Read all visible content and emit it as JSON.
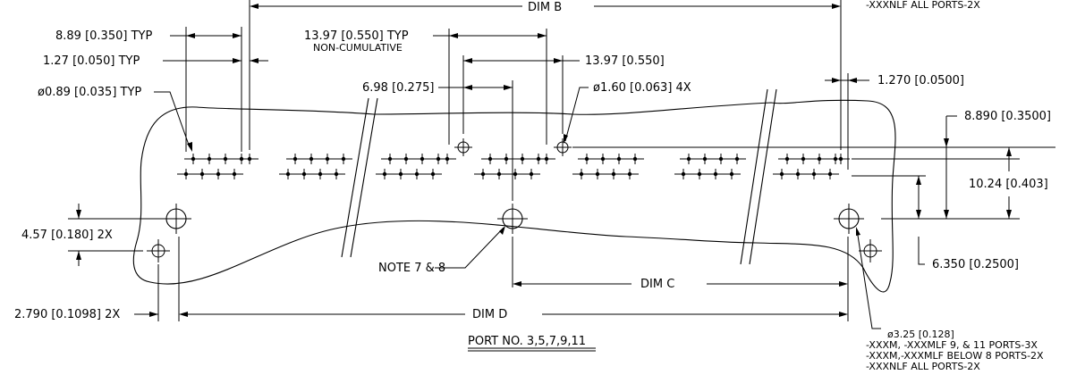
{
  "drawing": {
    "title": "PORT NO. 3,5,7,9,11",
    "dimensions": {
      "dim_b": "DIM B",
      "dim_c": "DIM C",
      "dim_d": "DIM D",
      "pitch_typ": "8.89 [0.350] TYP",
      "lead_offset_typ": "1.27 [0.050] TYP",
      "pin_dia_typ": "ø0.89 [0.035] TYP",
      "port_pitch_typ": "13.97 [0.550] TYP",
      "non_cumulative": "NON-CUMULATIVE",
      "port_pitch": "13.97 [0.550]",
      "half_pitch": "6.98 [0.275]",
      "locator_dia": "ø1.60 [0.063] 4X",
      "row_offset": "1.270 [0.0500]",
      "top_height": "8.890 [0.3500]",
      "row_span": "10.24 [0.403]",
      "post_height": "6.350 [0.2500]",
      "post_offset": "4.57 [0.180] 2X",
      "edge_offset": "2.790 [0.1098] 2X",
      "note_ref": "NOTE 7 & 8",
      "mount_hole": "ø3.25 [0.128]",
      "mount_note_1": "-XXXM, -XXXMLF 9, & 11 PORTS-3X",
      "mount_note_2": "-XXXM,-XXXMLF BELOW 8 PORTS-2X",
      "mount_note_3": "-XXXNLF ALL PORTS-2X",
      "top_clipped_note": "-XXXNLF ALL PORTS-2X"
    }
  }
}
